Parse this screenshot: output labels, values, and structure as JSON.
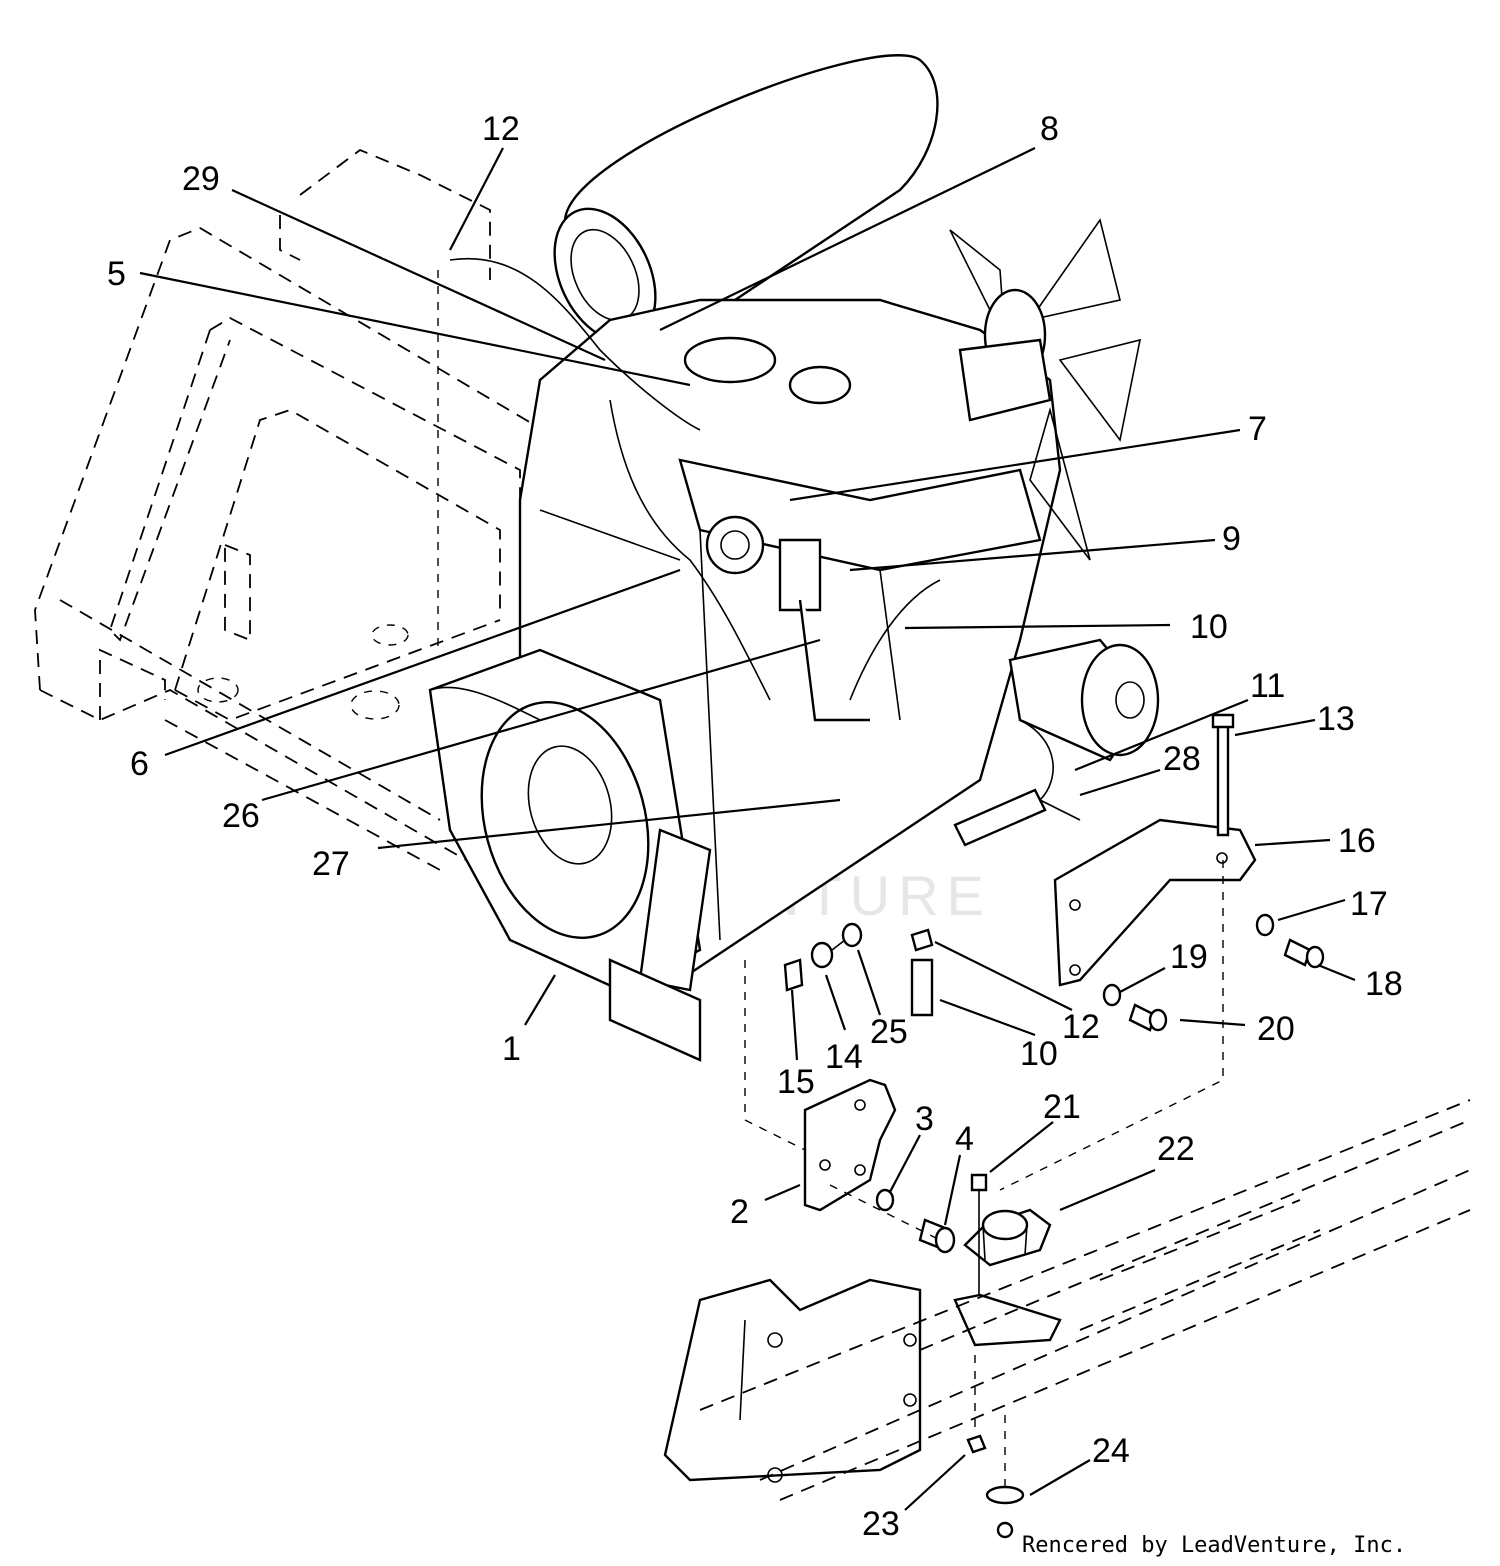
{
  "watermark": "LEADVENTURE",
  "credit": "Rencered by LeadVenture, Inc.",
  "callouts": [
    {
      "id": "c12a",
      "label": "12"
    },
    {
      "id": "c29",
      "label": "29"
    },
    {
      "id": "c8",
      "label": "8"
    },
    {
      "id": "c5",
      "label": "5"
    },
    {
      "id": "c7",
      "label": "7"
    },
    {
      "id": "c9",
      "label": "9"
    },
    {
      "id": "c10a",
      "label": "10"
    },
    {
      "id": "c11",
      "label": "11"
    },
    {
      "id": "c13",
      "label": "13"
    },
    {
      "id": "c28",
      "label": "28"
    },
    {
      "id": "c16",
      "label": "16"
    },
    {
      "id": "c6",
      "label": "6"
    },
    {
      "id": "c26",
      "label": "26"
    },
    {
      "id": "c27",
      "label": "27"
    },
    {
      "id": "c17",
      "label": "17"
    },
    {
      "id": "c19",
      "label": "19"
    },
    {
      "id": "c18",
      "label": "18"
    },
    {
      "id": "c12b",
      "label": "12"
    },
    {
      "id": "c20",
      "label": "20"
    },
    {
      "id": "c1",
      "label": "1"
    },
    {
      "id": "c25",
      "label": "25"
    },
    {
      "id": "c14",
      "label": "14"
    },
    {
      "id": "c10b",
      "label": "10"
    },
    {
      "id": "c15",
      "label": "15"
    },
    {
      "id": "c3",
      "label": "3"
    },
    {
      "id": "c21",
      "label": "21"
    },
    {
      "id": "c4",
      "label": "4"
    },
    {
      "id": "c22",
      "label": "22"
    },
    {
      "id": "c2",
      "label": "2"
    },
    {
      "id": "c24",
      "label": "24"
    },
    {
      "id": "c23",
      "label": "23"
    }
  ]
}
